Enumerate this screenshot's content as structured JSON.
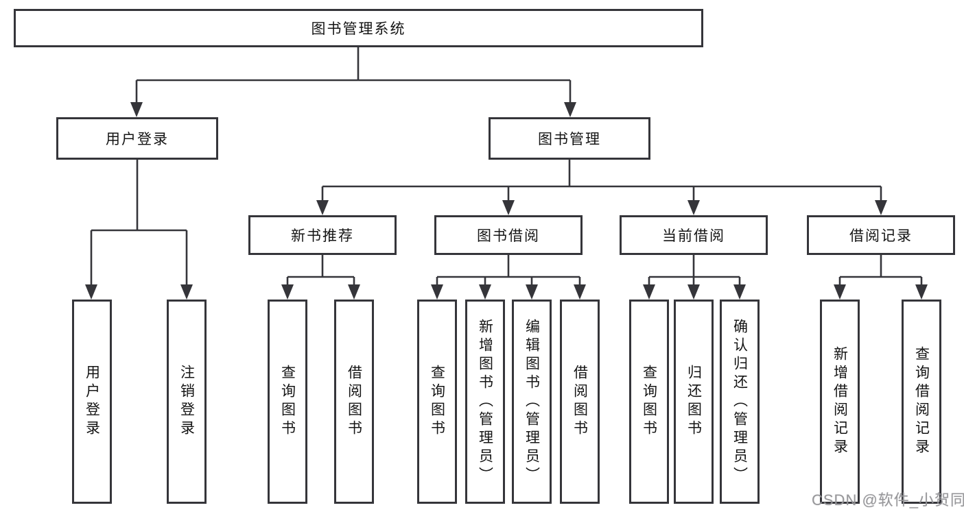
{
  "diagram": {
    "root": "图书管理系统",
    "branches": [
      {
        "label": "用户登录",
        "children": [
          "用户登录",
          "注销登录"
        ]
      },
      {
        "label": "图书管理",
        "sections": [
          {
            "label": "新书推荐",
            "children": [
              "查询图书",
              "借阅图书"
            ]
          },
          {
            "label": "图书借阅",
            "children": [
              "查询图书",
              "新增图书（管理员）",
              "编辑图书（管理员）",
              "借阅图书"
            ]
          },
          {
            "label": "当前借阅",
            "children": [
              "查询图书",
              "归还图书",
              "确认归还（管理员）"
            ]
          },
          {
            "label": "借阅记录",
            "children": [
              "新增借阅记录",
              "查询借阅记录"
            ]
          }
        ]
      }
    ]
  },
  "colors": {
    "line": "#35353a",
    "box_border": "#35353a",
    "box_fill": "#ffffff",
    "text": "#141414",
    "watermark": "#949496"
  },
  "watermark": "CSDN @软件_小贺同学"
}
